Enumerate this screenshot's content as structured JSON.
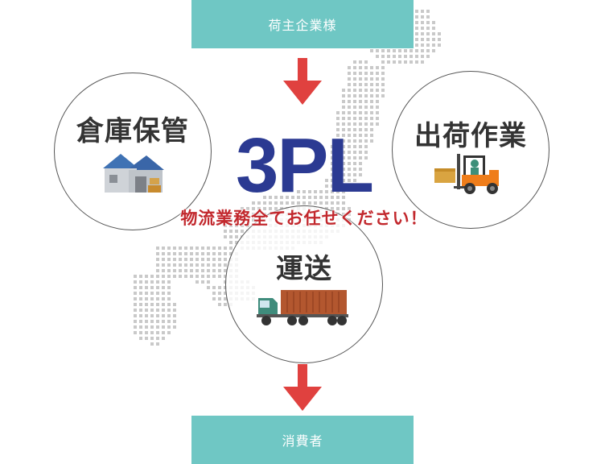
{
  "flow": {
    "top_label": "荷主企業様",
    "bottom_label": "消費者"
  },
  "center": {
    "title": "3PL",
    "tagline": "物流業務全てお任せください！"
  },
  "services": [
    {
      "label": "倉庫保管",
      "icon": "warehouse-icon"
    },
    {
      "label": "出荷作業",
      "icon": "forklift-icon"
    },
    {
      "label": "運送",
      "icon": "truck-icon"
    }
  ],
  "colors": {
    "bar": "#6fc7c4",
    "arrow": "#e0413f",
    "title": "#2b3a92",
    "tagline": "#c2282d",
    "map_dots": "#c9c9c9"
  }
}
